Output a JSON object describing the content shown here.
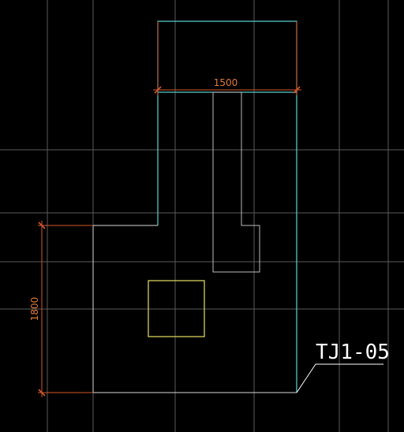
{
  "drawing": {
    "background": "#000000",
    "footing_tag": "TJ1-05",
    "dimensions": {
      "top_width": "1500",
      "left_height": "1800"
    },
    "colors": {
      "grid": "#5a5a5a",
      "outline_cyan": "#5fd3d3",
      "outline_white": "#d9d9d9",
      "column_yellow": "#e6e064",
      "dimension": "#d5582a",
      "tag": "#ffffff"
    }
  }
}
